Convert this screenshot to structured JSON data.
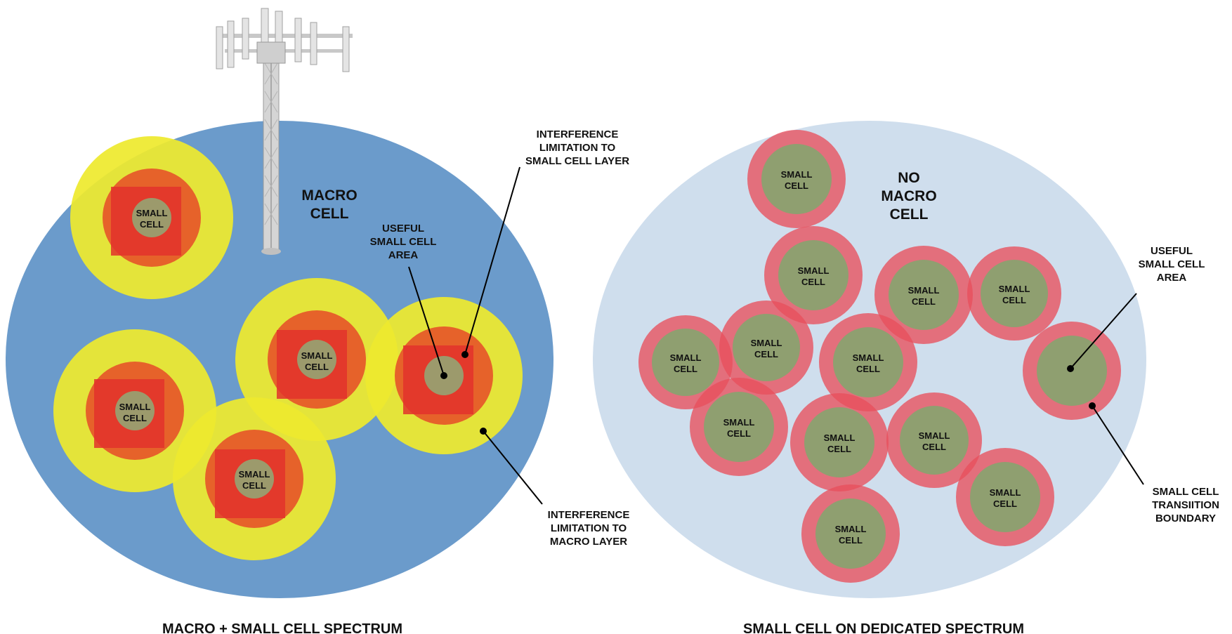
{
  "colors": {
    "macro_fill": "#6b9bcb",
    "dedicated_fill": "#cfdeed",
    "interference_yellow": "#eeea2e",
    "interference_orange": "#e6622a",
    "interference_red": "#e2322b",
    "small_cell_core": "#9c9a6c",
    "dedicated_ring": "#e8505c",
    "dedicated_core": "#8f9f70"
  },
  "small_cell_label": [
    "SMALL",
    "CELL"
  ],
  "left": {
    "cell_title": [
      "MACRO",
      "CELL"
    ],
    "useful_area": [
      "USEFUL",
      "SMALL CELL",
      "AREA"
    ],
    "interference_small": [
      "INTERFERENCE",
      "LIMITATION TO",
      "SMALL CELL LAYER"
    ],
    "interference_macro": [
      "INTERFERENCE",
      "LIMITATION TO",
      "MACRO LAYER"
    ],
    "caption": "MACRO + SMALL CELL SPECTRUM"
  },
  "right": {
    "cell_title": [
      "NO",
      "MACRO",
      "CELL"
    ],
    "useful_area": [
      "USEFUL",
      "SMALL CELL",
      "AREA"
    ],
    "boundary": [
      "SMALL CELL",
      "TRANSIITION",
      "BOUNDARY"
    ],
    "caption": "SMALL CELL ON DEDICATED SPECTRUM"
  },
  "icons": [
    "cell-tower-icon"
  ]
}
